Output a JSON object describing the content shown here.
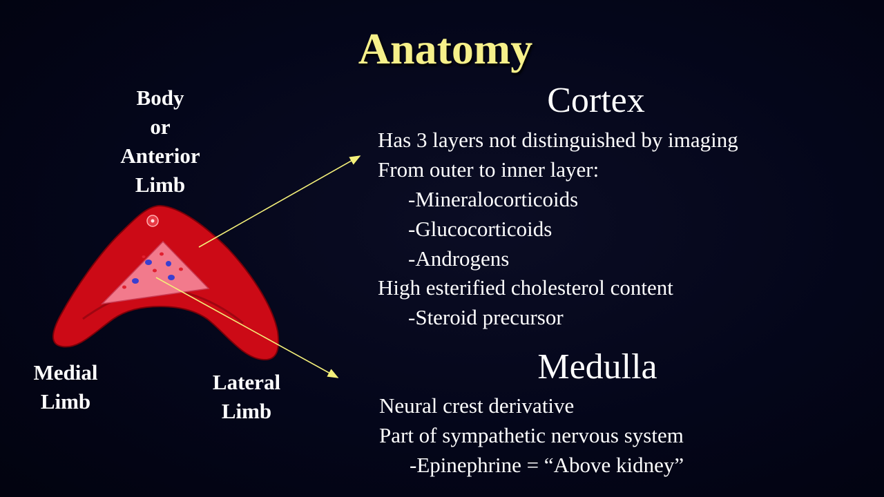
{
  "title": "Anatomy",
  "labels": {
    "body": [
      "Body",
      "or",
      "Anterior",
      "Limb"
    ],
    "medial": [
      "Medial",
      "Limb"
    ],
    "lateral": [
      "Lateral",
      "Limb"
    ]
  },
  "cortex": {
    "heading": "Cortex",
    "lines": [
      "Has 3 layers not distinguished by imaging",
      "From outer to inner layer:",
      "-Mineralocorticoids",
      "-Glucocorticoids",
      "-Androgens",
      "High esterified cholesterol content",
      "-Steroid precursor"
    ]
  },
  "medulla": {
    "heading": "Medulla",
    "lines": [
      "Neural crest derivative",
      "Part of sympathetic nervous system",
      "-Epinephrine = “Above kidney”"
    ]
  },
  "colors": {
    "title": "#f6f08a",
    "cortex": "#cc0a16",
    "medulla": "#f27a8c",
    "arrow": "#f4f07a"
  }
}
